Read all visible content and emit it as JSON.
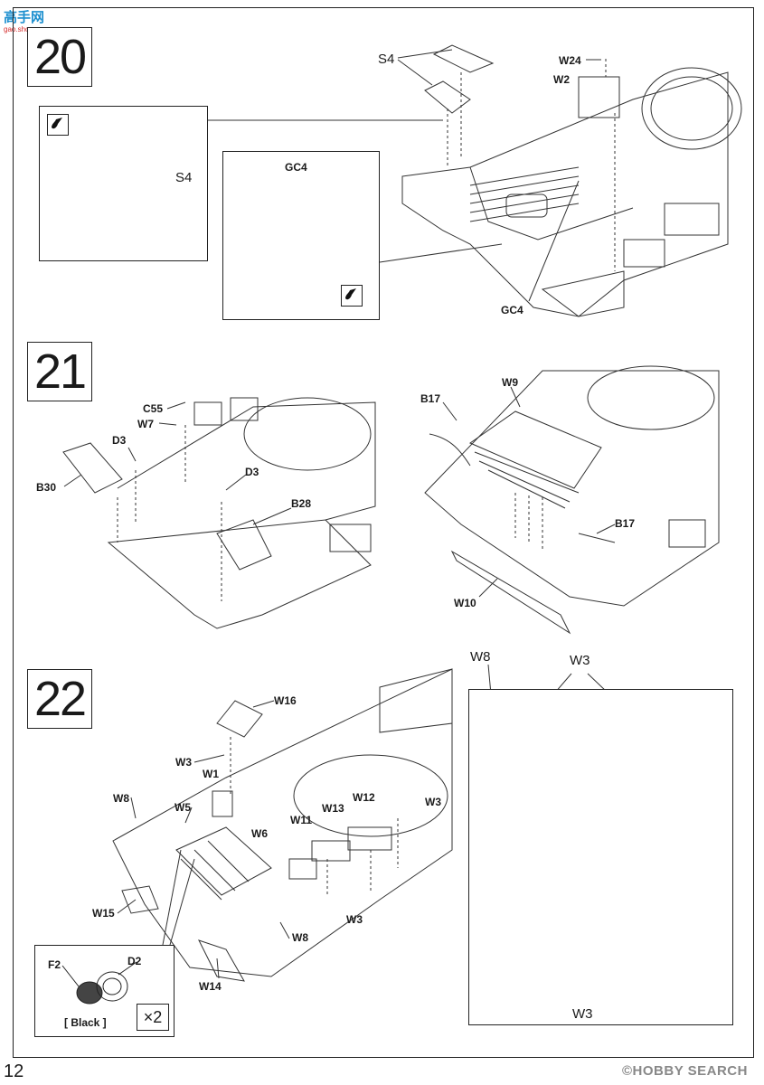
{
  "watermark_top": {
    "logo": "高手网",
    "url": "gao.shou.com"
  },
  "watermark_bottom": "©HOBBY SEARCH",
  "page_number": "12",
  "steps": {
    "s20": {
      "number": "20",
      "labels": {
        "S4_main": "S4",
        "W24": "W24",
        "W2": "W2",
        "S4_inset": "S4",
        "GC4_inset": "GC4",
        "GC4_main": "GC4"
      }
    },
    "s21": {
      "number": "21",
      "labels": {
        "C55": "C55",
        "W7": "W7",
        "D3_a": "D3",
        "D3_b": "D3",
        "B30": "B30",
        "B28": "B28",
        "B17_a": "B17",
        "W9": "W9",
        "B17_b": "B17",
        "W10": "W10"
      }
    },
    "s22": {
      "number": "22",
      "labels": {
        "W16": "W16",
        "W3_a": "W3",
        "W1": "W1",
        "W8_a": "W8",
        "W5": "W5",
        "W13": "W13",
        "W12": "W12",
        "W3_b": "W3",
        "W11": "W11",
        "W6": "W6",
        "W15": "W15",
        "W3_c": "W3",
        "W8_b": "W8",
        "W14": "W14",
        "W8_inset": "W8",
        "W3_inset_top": "W3",
        "W3_inset_bottom": "W3",
        "F2": "F2",
        "D2": "D2",
        "black": "[ Black ]",
        "times": "×2"
      }
    }
  },
  "icons": [
    "glue-icon"
  ]
}
